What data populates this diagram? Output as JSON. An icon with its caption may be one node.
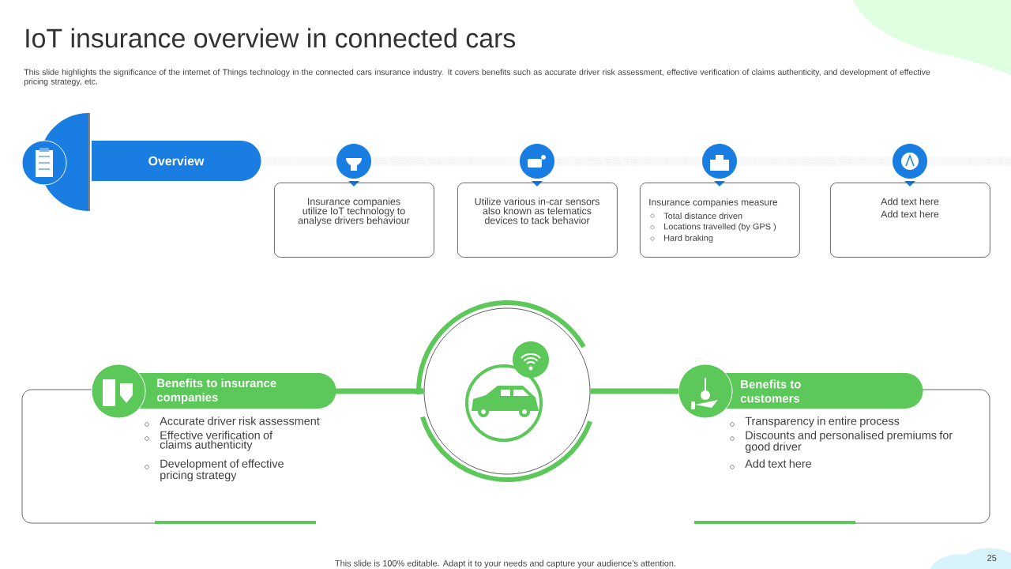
{
  "diagram": {
    "title": "IoT insurance overview in connected cars",
    "caption": "This slide highlights the significance of the internet of Things technology in the connected cars insurance industry. It covers benefits such as accurate driver risk assessment, effective verification of claims authenticity, and development of effective pricing strategy, etc.",
    "nodes": [
      {
        "text": [
          "Overview"
        ]
      },
      {
        "text": [
          "Insurance companies utilize IoT technology to analyse drivers behaviour"
        ]
      },
      {
        "text": [
          "Utilize various in-car sensors also known as telematics devices to tack behavior"
        ]
      },
      {
        "text": [
          "Insurance companies measure",
          "Total distance driven",
          "Locations travelled (by GPS )",
          "Hard braking"
        ]
      },
      {
        "text": [
          "Add text here",
          "Add text here"
        ]
      },
      {
        "text": [],
        "shape": "circle"
      },
      {
        "text": [
          "Benefits to insurance companies",
          "Accurate driver risk assessment",
          "Effective verification of claims authenticity",
          "Development of effective pricing strategy"
        ]
      },
      {
        "text": [
          "Benefits to customers",
          "Transparency in entire process",
          "Discounts and personalised premiums for good driver",
          "Add text here"
        ]
      }
    ],
    "edges": [
      {
        "from": 6,
        "to": 5,
        "arrow": "none"
      },
      {
        "from": 5,
        "to": 7,
        "arrow": "none"
      }
    ],
    "labels": [
      "This slide is 100% editable. Adapt it to your needs and capture your audience’s attention.",
      "25"
    ]
  }
}
